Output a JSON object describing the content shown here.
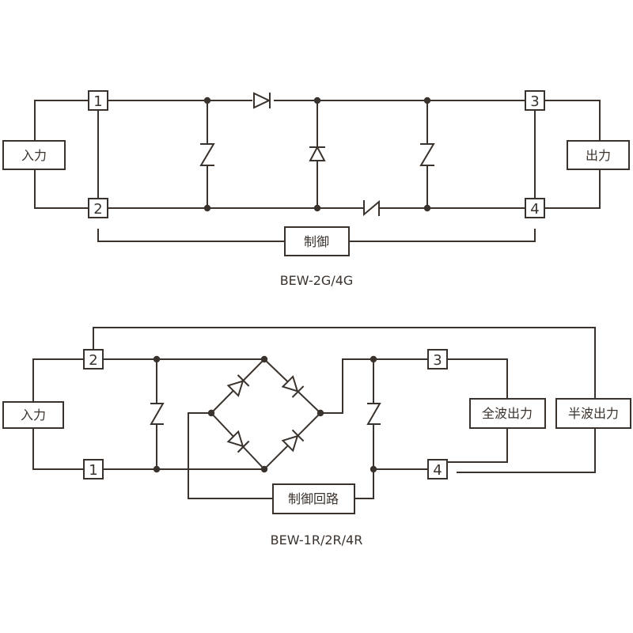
{
  "diagrams": [
    {
      "caption": "BEW-2G/4G",
      "input_label": "入力",
      "output_label": "出力",
      "control_label": "制御",
      "terminals": [
        "1",
        "2",
        "3",
        "4"
      ]
    },
    {
      "caption": "BEW-1R/2R/4R",
      "input_label": "入力",
      "full_wave_label": "全波出力",
      "half_wave_label": "半波出力",
      "control_label": "制御回路",
      "terminals": [
        "2",
        "1",
        "3",
        "4"
      ]
    }
  ],
  "colors": {
    "line": "#3a322c",
    "background": "#ffffff"
  }
}
